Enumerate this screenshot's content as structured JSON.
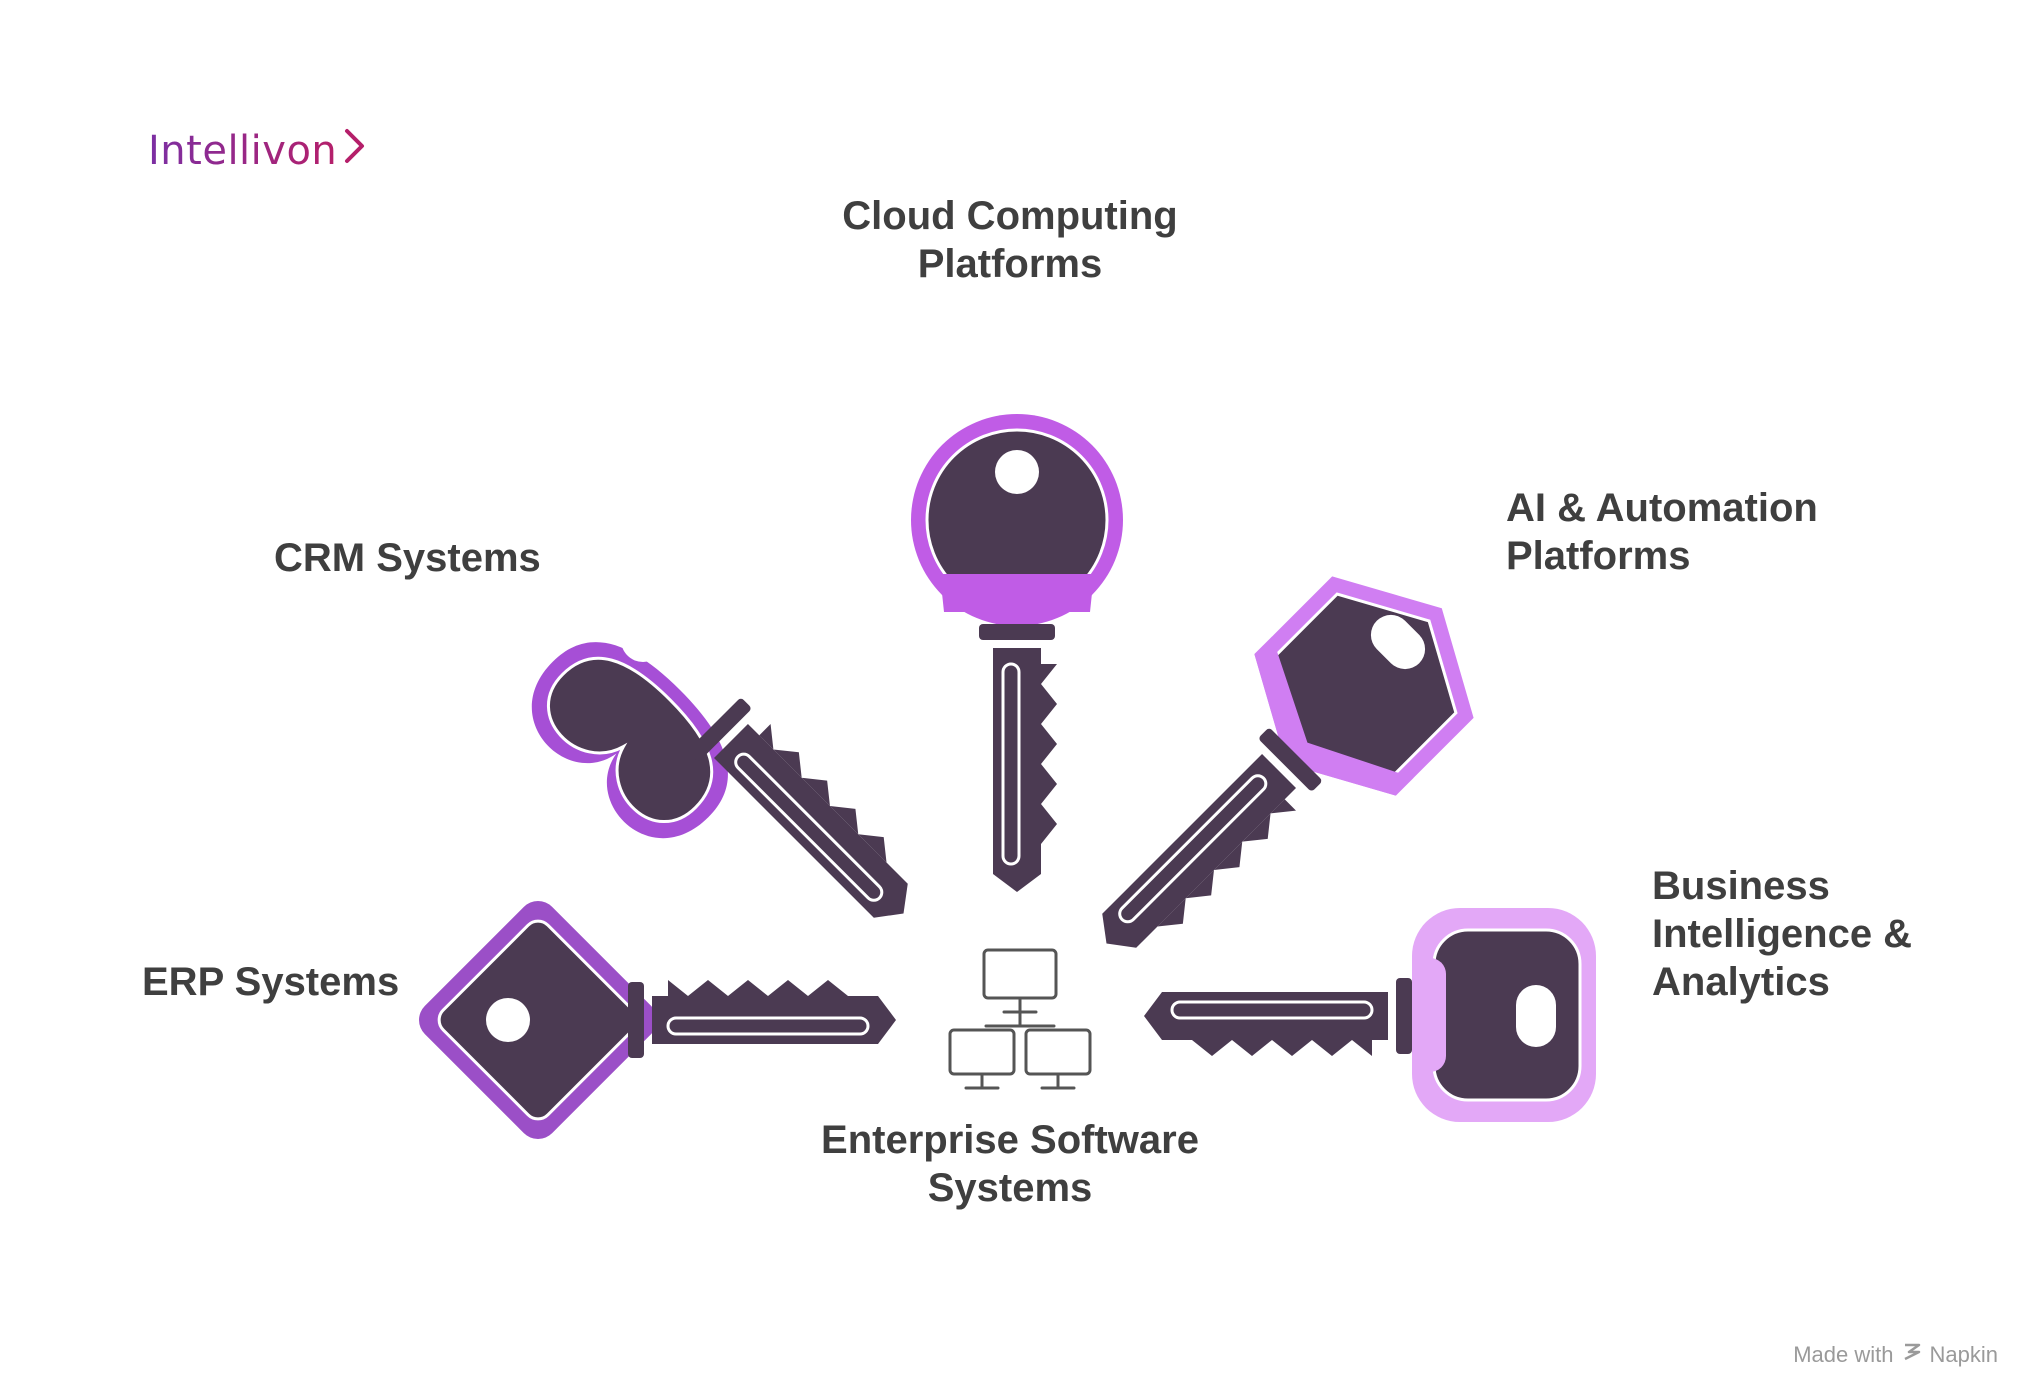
{
  "brand": {
    "name": "Intellivon"
  },
  "center": {
    "line1": "Enterprise Software",
    "line2": "Systems",
    "icon": "network-computers-icon"
  },
  "keys": [
    {
      "line1": "Cloud Computing",
      "line2": "Platforms",
      "color": "#c05ce6",
      "icon": "round-key-icon"
    },
    {
      "line1": "CRM Systems",
      "color": "#a64fd6",
      "icon": "clover-key-icon"
    },
    {
      "line1": "AI & Automation",
      "line2": "Platforms",
      "color": "#d07ef2",
      "icon": "hexagon-key-icon"
    },
    {
      "line1": "ERP Systems",
      "color": "#9b4fc7",
      "icon": "diamond-key-icon"
    },
    {
      "line1": "Business",
      "line2": "Intelligence &",
      "line3": "Analytics",
      "color": "#e3a8f7",
      "icon": "rounded-square-key-icon"
    }
  ],
  "footer": {
    "made_with": "Made with",
    "napkin": "Napkin"
  },
  "colors": {
    "key_body": "#4b3a52",
    "text": "#3f3f3f"
  }
}
